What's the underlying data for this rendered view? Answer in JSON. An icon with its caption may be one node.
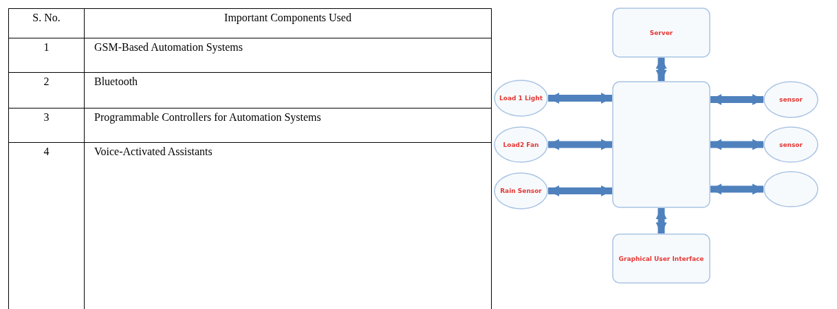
{
  "diagram": {
    "nodes": [
      {
        "text": [
          "Server"
        ]
      },
      {
        "text": [
          "Load 1 Light"
        ]
      },
      {
        "text": [],
        "shape": "box"
      },
      {
        "text": [
          "sensor"
        ]
      },
      {
        "text": [
          "Load2 Fan"
        ]
      },
      {
        "text": [
          "sensor"
        ]
      },
      {
        "text": [
          "Rain Sensor"
        ]
      },
      {
        "text": [],
        "shape": "circle"
      },
      {
        "text": [
          "Graphical User Interface"
        ]
      }
    ],
    "edges": [
      {
        "from": 0,
        "to": 2,
        "arrow": "both"
      },
      {
        "from": 1,
        "to": 2,
        "arrow": "both"
      },
      {
        "from": 2,
        "to": 3,
        "arrow": "both"
      },
      {
        "from": 4,
        "to": 2,
        "arrow": "both"
      },
      {
        "from": 2,
        "to": 5,
        "arrow": "both"
      },
      {
        "from": 6,
        "to": 2,
        "arrow": "both"
      },
      {
        "from": 2,
        "to": 7,
        "arrow": "both"
      },
      {
        "from": 2,
        "to": 8,
        "arrow": "both"
      }
    ],
    "labels": [
      "S. No.",
      "Important Components Used",
      "1",
      "GSM-Based Automation Systems",
      "2",
      "Bluetooth",
      "3",
      "Programmable Controllers for Automation Systems",
      "4",
      "Voice-Activated Assistants"
    ]
  }
}
